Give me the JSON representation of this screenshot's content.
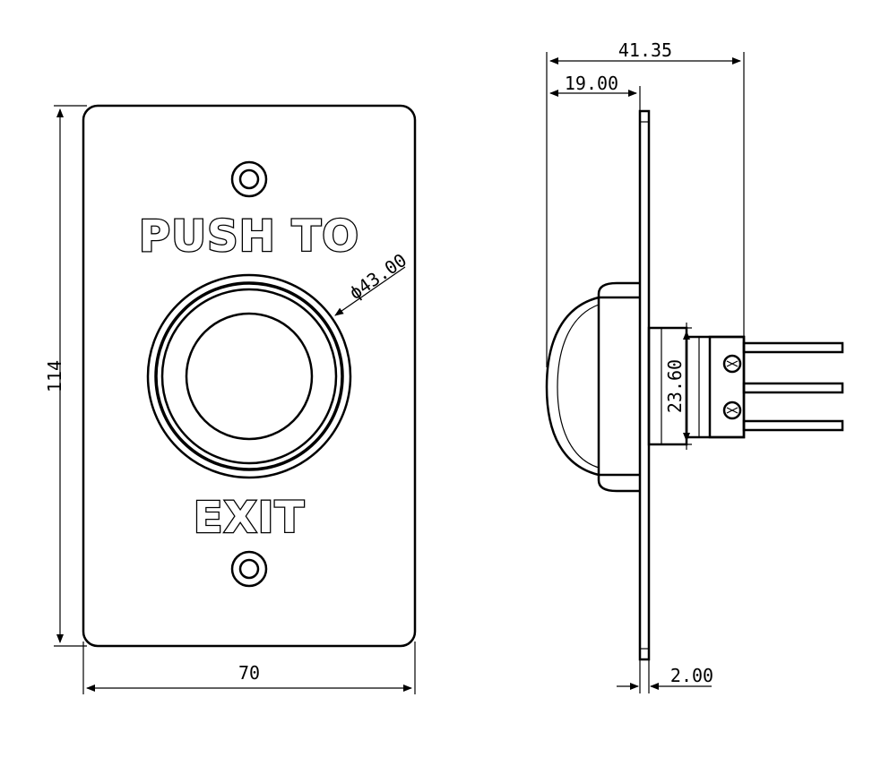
{
  "front_view": {
    "label_top": "PUSH TO",
    "label_bottom": "EXIT",
    "height_dim": "114",
    "width_dim": "70",
    "diameter_dim": "ϕ43.00"
  },
  "side_view": {
    "total_depth_dim": "41.35",
    "front_depth_dim": "19.00",
    "body_height_dim": "23.60",
    "plate_thickness_dim": "2.00"
  }
}
